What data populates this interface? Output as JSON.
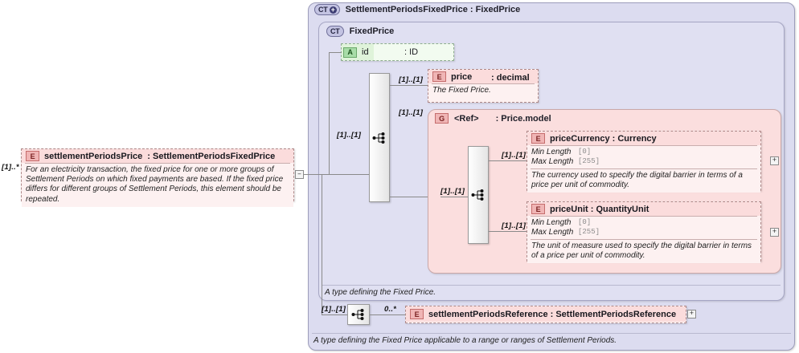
{
  "diagram": {
    "type": "xsd-schema-diagram",
    "root_element": {
      "badge": "E",
      "name": "settlementPeriodsPrice",
      "type": ": SettlementPeriodsFixedPrice",
      "cardinality": "[1]..*",
      "documentation": "For an electricity transaction, the fixed price for one or more groups of Settlement Periods on which fixed payments are based. If the fixed price differs for different groups of Settlement Periods, this element should be repeated.",
      "collapse_toggle": "–"
    },
    "complex_type_outer": {
      "badge": "CT",
      "badge_plus": "+",
      "title": "SettlementPeriodsFixedPrice : FixedPrice",
      "footer_doc": "A type defining the Fixed Price applicable to a range or ranges of Settlement Periods."
    },
    "complex_type_inner": {
      "badge": "CT",
      "title": "FixedPrice",
      "footer_doc": "A type defining the Fixed Price."
    },
    "attribute": {
      "badge": "A",
      "name": "id",
      "type": ": ID"
    },
    "sequence_1": {
      "icon": "sequence-icon",
      "cardinality_in": "[1]..[1]"
    },
    "sequence_2": {
      "icon": "sequence-icon",
      "cardinality_in": "[1]..[1]"
    },
    "sequence_3": {
      "icon": "sequence-icon",
      "cardinality_in": "[1]..[1]"
    },
    "price_element": {
      "badge": "E",
      "name": "price",
      "type": ": decimal",
      "cardinality": "[1]..[1]",
      "documentation": "The Fixed Price."
    },
    "ref_group": {
      "badge": "G",
      "name": "<Ref>",
      "type": ": Price.model",
      "cardinality": "[1]..[1]"
    },
    "price_currency": {
      "badge": "E",
      "name": "priceCurrency : Currency",
      "cardinality": "[1]..[1]",
      "facets": [
        {
          "label": "Min Length",
          "value": "[0]"
        },
        {
          "label": "Max Length",
          "value": "[255]"
        }
      ],
      "documentation": "The currency used to specify the digital barrier in terms of a price per unit of commodity.",
      "expander": "+"
    },
    "price_unit": {
      "badge": "E",
      "name": "priceUnit : QuantityUnit",
      "cardinality": "[1]..[1]",
      "facets": [
        {
          "label": "Min Length",
          "value": "[0]"
        },
        {
          "label": "Max Length",
          "value": "[255]"
        }
      ],
      "documentation": "The unit of measure used to specify the digital barrier in terms of a price per unit of commodity.",
      "expander": "+"
    },
    "settlement_periods_reference": {
      "badge": "E",
      "name": "settlementPeriodsReference : SettlementPeriodsReference",
      "cardinality": "0..*",
      "expander": "+"
    },
    "colors": {
      "container_purple": "#dcdcf0",
      "container_purple_inner": "#e0e0f2",
      "group_pink": "#fbdede",
      "element_pink": "#fdf1f1",
      "element_head_pink": "#fbdcdc",
      "attribute_green": "#dff3da",
      "line_gray": "#8a8a8a"
    }
  }
}
